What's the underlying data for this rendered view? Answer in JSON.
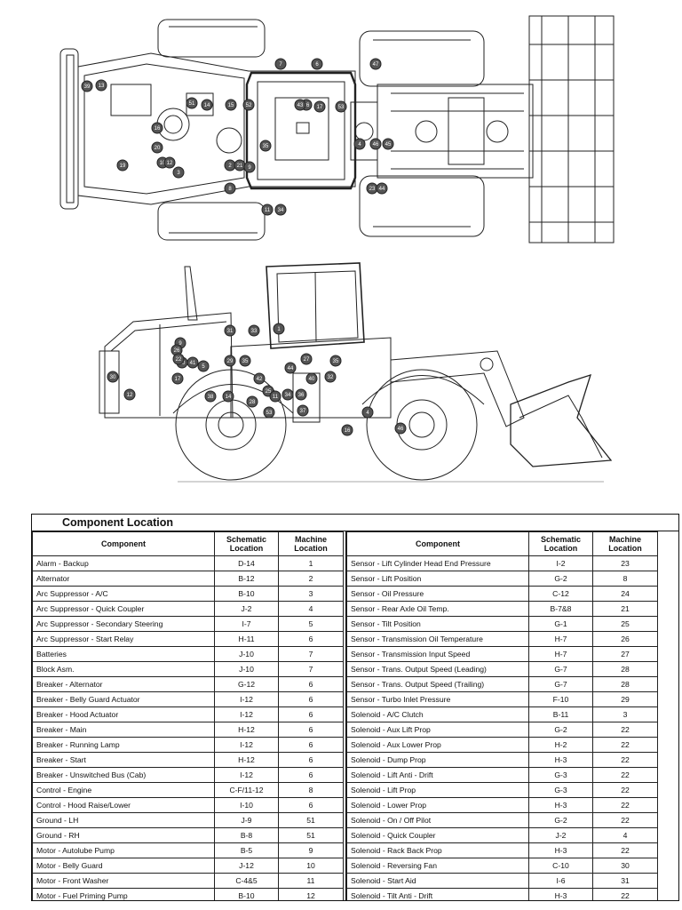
{
  "top_view": {
    "callouts": [
      "7",
      "6",
      "47",
      "39",
      "13",
      "19",
      "14",
      "16",
      "15",
      "51",
      "52",
      "26",
      "17",
      "20",
      "8",
      "11",
      "34",
      "35",
      "43",
      "10",
      "12",
      "2",
      "3",
      "21",
      "4",
      "9",
      "46",
      "45",
      "23",
      "44",
      "53"
    ]
  },
  "side_view": {
    "callouts": [
      "31",
      "33",
      "1",
      "35",
      "12",
      "17",
      "29",
      "9",
      "30",
      "26",
      "14",
      "28",
      "44",
      "35",
      "42",
      "25",
      "32",
      "27",
      "37",
      "34",
      "36",
      "53",
      "40",
      "30",
      "41",
      "38",
      "11",
      "4",
      "5",
      "22",
      "16",
      "46"
    ]
  },
  "table": {
    "title": "Component Location",
    "headers": {
      "component": "Component",
      "schematic": "Schematic Location",
      "machine": "Machine Location"
    },
    "left_rows": [
      [
        "Alarm - Backup",
        "D-14",
        "1"
      ],
      [
        "Alternator",
        "B-12",
        "2"
      ],
      [
        "Arc Suppressor - A/C",
        "B-10",
        "3"
      ],
      [
        "Arc Suppressor - Quick Coupler",
        "J-2",
        "4"
      ],
      [
        "Arc Suppressor - Secondary Steering",
        "I-7",
        "5"
      ],
      [
        "Arc Suppressor - Start Relay",
        "H-11",
        "6"
      ],
      [
        "Batteries",
        "J-10",
        "7"
      ],
      [
        "Block Asm.",
        "J-10",
        "7"
      ],
      [
        "Breaker - Alternator",
        "G-12",
        "6"
      ],
      [
        "Breaker - Belly Guard Actuator",
        "I-12",
        "6"
      ],
      [
        "Breaker - Hood Actuator",
        "I-12",
        "6"
      ],
      [
        "Breaker - Main",
        "H-12",
        "6"
      ],
      [
        "Breaker - Running Lamp",
        "I-12",
        "6"
      ],
      [
        "Breaker - Start",
        "H-12",
        "6"
      ],
      [
        "Breaker - Unswitched Bus (Cab)",
        "I-12",
        "6"
      ],
      [
        "Control - Engine",
        "C-F/11-12",
        "8"
      ],
      [
        "Control - Hood Raise/Lower",
        "I-10",
        "6"
      ],
      [
        "Ground - LH",
        "J-9",
        "51"
      ],
      [
        "Ground - RH",
        "B-8",
        "51"
      ],
      [
        "Motor - Autolube Pump",
        "B-5",
        "9"
      ],
      [
        "Motor - Belly Guard",
        "J-12",
        "10"
      ],
      [
        "Motor - Front Washer",
        "C-4&5",
        "11"
      ],
      [
        "Motor - Fuel Priming Pump",
        "B-10",
        "12"
      ]
    ],
    "right_rows": [
      [
        "Sensor - Lift Cylinder Head End Pressure",
        "I-2",
        "23"
      ],
      [
        "Sensor - Lift Position",
        "G-2",
        "8"
      ],
      [
        "Sensor - Oil Pressure",
        "C-12",
        "24"
      ],
      [
        "Sensor - Rear Axle Oil Temp.",
        "B-7&8",
        "21"
      ],
      [
        "Sensor - Tilt Position",
        "G-1",
        "25"
      ],
      [
        "Sensor - Transmission Oil Temperature",
        "H-7",
        "26"
      ],
      [
        "Sensor - Transmission Input Speed",
        "H-7",
        "27"
      ],
      [
        "Sensor - Trans. Output Speed (Leading)",
        "G-7",
        "28"
      ],
      [
        "Sensor - Trans. Output Speed (Trailing)",
        "G-7",
        "28"
      ],
      [
        "Sensor - Turbo Inlet Pressure",
        "F-10",
        "29"
      ],
      [
        "Solenoid - A/C Clutch",
        "B-11",
        "3"
      ],
      [
        "Solenoid - Aux Lift Prop",
        "G-2",
        "22"
      ],
      [
        "Solenoid - Aux Lower Prop",
        "H-2",
        "22"
      ],
      [
        "Solenoid - Dump Prop",
        "H-3",
        "22"
      ],
      [
        "Solenoid - Lift Anti - Drift",
        "G-3",
        "22"
      ],
      [
        "Solenoid - Lift Prop",
        "G-3",
        "22"
      ],
      [
        "Solenoid - Lower Prop",
        "H-3",
        "22"
      ],
      [
        "Solenoid - On / Off Pilot",
        "G-2",
        "22"
      ],
      [
        "Solenoid - Quick Coupler",
        "J-2",
        "4"
      ],
      [
        "Solenoid - Rack Back Prop",
        "H-3",
        "22"
      ],
      [
        "Solenoid - Reversing Fan",
        "C-10",
        "30"
      ],
      [
        "Solenoid - Start Aid",
        "I-6",
        "31"
      ],
      [
        "Solenoid - Tilt Anti - Drift",
        "H-3",
        "22"
      ]
    ]
  }
}
